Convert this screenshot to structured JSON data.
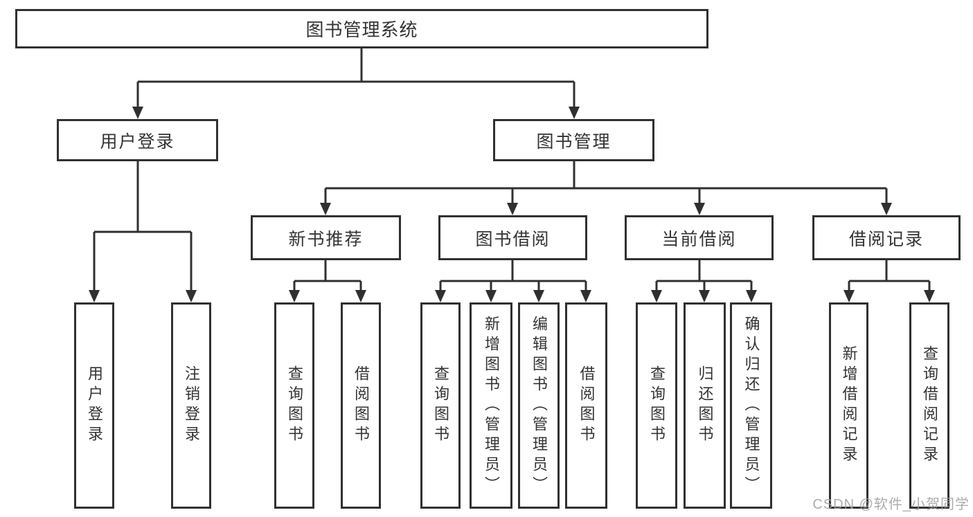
{
  "diagram": {
    "root": "图书管理系统",
    "level2": [
      "用户登录",
      "图书管理"
    ],
    "level3": [
      "新书推荐",
      "图书借阅",
      "当前借阅",
      "借阅记录"
    ],
    "leaves": [
      "用户登录",
      "注销登录",
      "查询图书",
      "借阅图书",
      "查询图书",
      "新增图书（管理员）",
      "编辑图书（管理员）",
      "借阅图书",
      "查询图书",
      "归还图书",
      "确认归还（管理员）",
      "新增借阅记录",
      "查询借阅记录"
    ]
  },
  "watermark": "CSDN @软件_小贺同学",
  "colors": {
    "line": "#303030",
    "text": "#333333",
    "watermark": "#9e9e9e",
    "background": "#ffffff"
  }
}
